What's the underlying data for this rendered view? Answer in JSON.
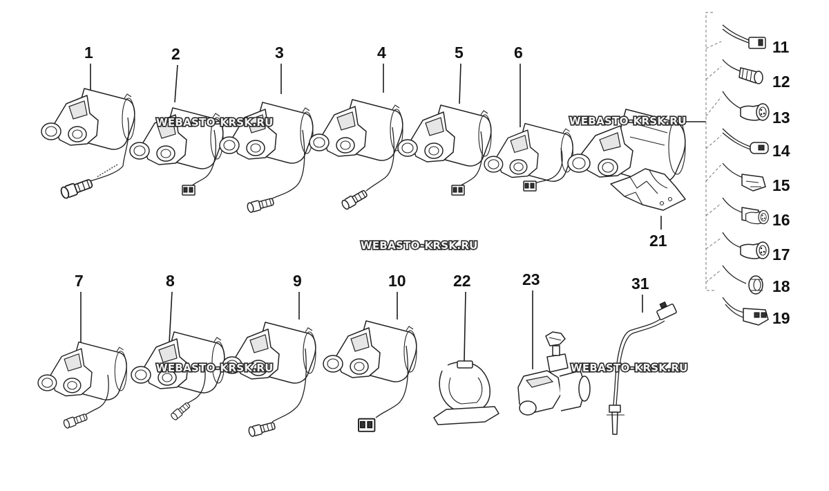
{
  "diagram": {
    "part_numbers": [
      "1",
      "2",
      "3",
      "4",
      "5",
      "6",
      "7",
      "8",
      "9",
      "10",
      "11",
      "12",
      "13",
      "14",
      "15",
      "16",
      "17",
      "18",
      "19",
      "21",
      "22",
      "23",
      "31"
    ],
    "watermark": "WEBASTO-KRSK.RU"
  }
}
